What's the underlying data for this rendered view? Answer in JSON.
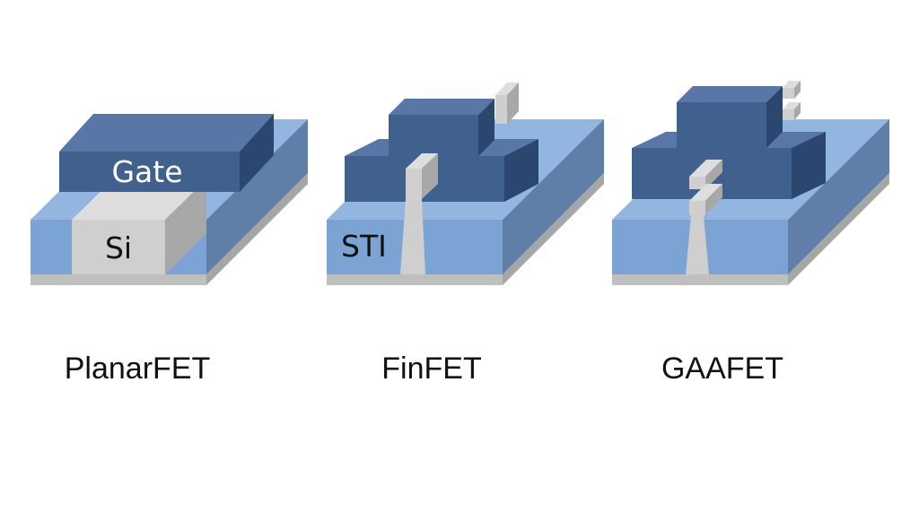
{
  "devices": [
    {
      "caption": "PlanarFET",
      "labels": {
        "gate": "Gate",
        "channel": "Si"
      }
    },
    {
      "caption": "FinFET",
      "labels": {
        "isolation": "STI"
      }
    },
    {
      "caption": "GAAFET",
      "labels": {}
    }
  ],
  "colors": {
    "background": "#ffffff",
    "substrate_top": "#bfbfbf",
    "substrate_side": "#a6a6a6",
    "oxide_front": "#7ba3d4",
    "oxide_top": "#93b6e0",
    "oxide_side": "#5f7fa8",
    "gate_front": "#40608e",
    "gate_top": "#5877a6",
    "gate_side": "#2b476f",
    "silicon_front": "#cfcfcf",
    "silicon_top": "#dedede",
    "silicon_side": "#a8a8a8",
    "caption_text": "#111111",
    "gate_text": "#ffffff"
  }
}
